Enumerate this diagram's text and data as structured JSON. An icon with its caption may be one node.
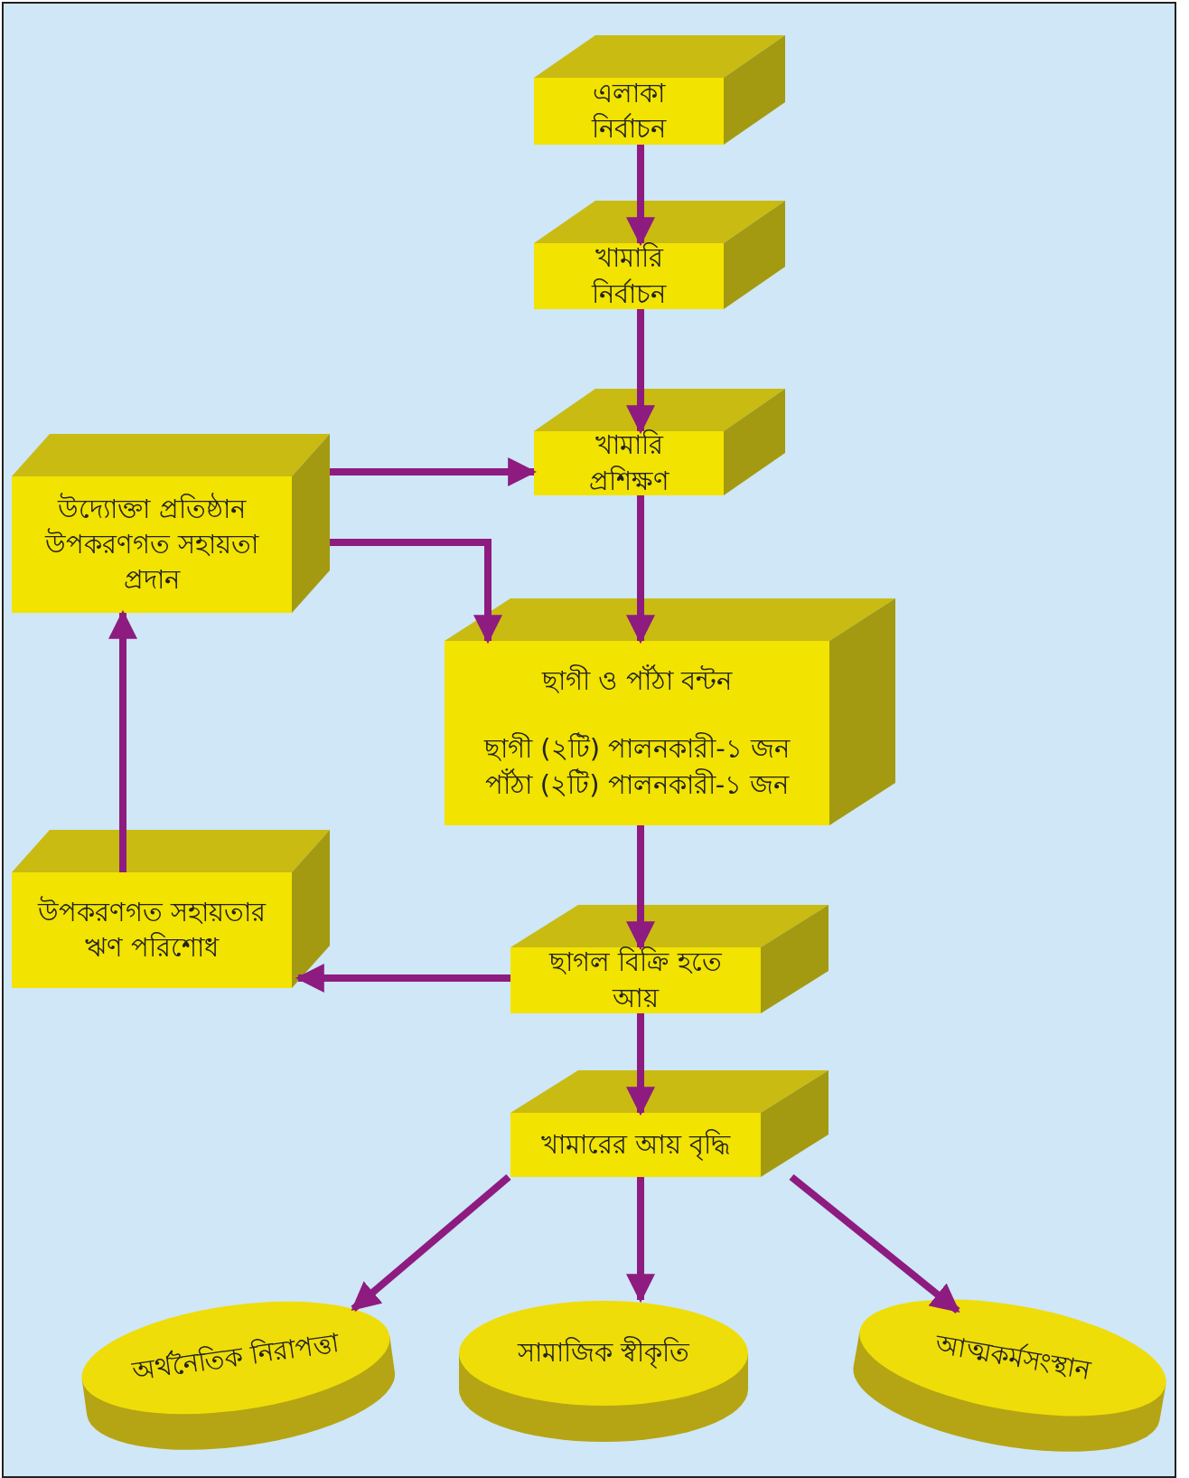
{
  "diagram": {
    "nodes": [
      {
        "text": [
          "এলাকা নির্বাচন"
        ]
      },
      {
        "text": [
          "খামারি নির্বাচন"
        ]
      },
      {
        "text": [
          "খামারি প্রশিক্ষণ"
        ]
      },
      {
        "text": [
          "উদ্যোক্তা প্রতিষ্ঠান উপকরণগত সহায়তা প্রদান"
        ]
      },
      {
        "text": [
          "ছাগী ও পাঁঠা বন্টন",
          "ছাগী (২টি) পালনকারী-১ জন",
          "পাঁঠা (২টি) পালনকারী-১ জন"
        ]
      },
      {
        "text": [
          "উপকরণগত সহায়তার ঋণ পরিশোধ"
        ]
      },
      {
        "text": [
          "ছাগল বিক্রি হতে আয়"
        ]
      },
      {
        "text": [
          "খামারের আয় বৃদ্ধি"
        ]
      },
      {
        "text": [
          "অর্থনৈতিক নিরাপত্তা"
        ]
      },
      {
        "text": [
          "সামাজিক স্বীকৃতি"
        ]
      },
      {
        "text": [
          "আত্মকর্মসংস্থান"
        ]
      }
    ],
    "edges": [
      {
        "from": 0,
        "to": 1,
        "arrow": "to"
      },
      {
        "from": 1,
        "to": 2,
        "arrow": "to"
      },
      {
        "from": 3,
        "to": 2,
        "arrow": "to"
      },
      {
        "from": 3,
        "to": 4,
        "arrow": "to"
      },
      {
        "from": 2,
        "to": 4,
        "arrow": "to"
      },
      {
        "from": 4,
        "to": 6,
        "arrow": "to"
      },
      {
        "from": 6,
        "to": 5,
        "arrow": "to"
      },
      {
        "from": 5,
        "to": 3,
        "arrow": "to"
      },
      {
        "from": 6,
        "to": 7,
        "arrow": "to"
      },
      {
        "from": 7,
        "to": 8,
        "arrow": "to"
      },
      {
        "from": 7,
        "to": 9,
        "arrow": "to"
      },
      {
        "from": 7,
        "to": 10,
        "arrow": "to"
      }
    ]
  }
}
